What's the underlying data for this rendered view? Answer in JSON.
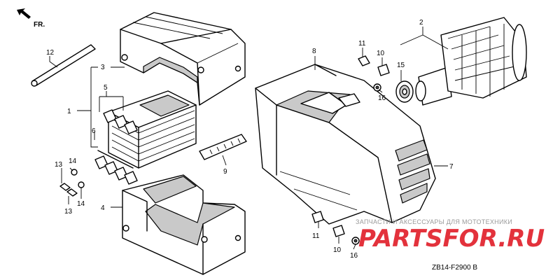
{
  "orientation": {
    "arrow_label": "FR."
  },
  "part_numbers": {
    "p1": "1",
    "p2": "2",
    "p3": "3",
    "p4": "4",
    "p5": "5",
    "p6": "6",
    "p7": "7",
    "p8": "8",
    "p9": "9",
    "p10a": "10",
    "p10b": "10",
    "p11a": "11",
    "p11b": "11",
    "p12": "12",
    "p13a": "13",
    "p13b": "13",
    "p14a": "14",
    "p14b": "14",
    "p15": "15",
    "p16a": "16",
    "p16b": "16"
  },
  "watermark": {
    "tagline": "ЗАПЧАСТИ И АКСЕССУАРЫ ДЛЯ МОТОТЕХНИКИ",
    "logo": "PARTSFOR.RU"
  },
  "diagram_code": "ZB14-F2900 B",
  "colors": {
    "line": "#000000",
    "shade": "#c9c9c9",
    "watermark_logo": "#e3323c",
    "watermark_text": "#9a9a9a"
  }
}
